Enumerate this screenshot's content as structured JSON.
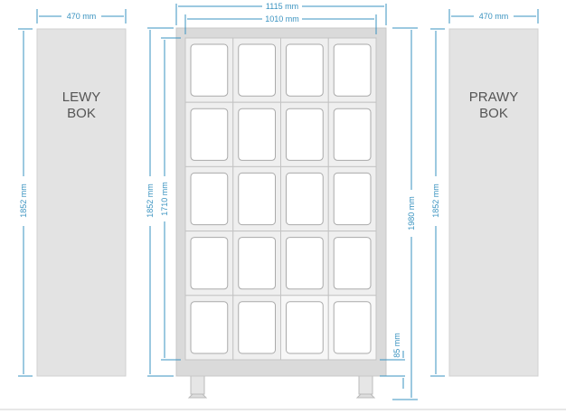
{
  "left_panel": {
    "line1": "LEWY",
    "line2": "BOK",
    "width": "470 mm",
    "height": "1852 mm"
  },
  "right_panel": {
    "line1": "PRAWY",
    "line2": "BOK",
    "width": "470 mm",
    "height": "1852 mm"
  },
  "cabinet": {
    "outer_width": "1115 mm",
    "inner_width": "1010 mm",
    "outer_height": "1852 mm",
    "inner_height": "1710 mm",
    "total_height": "1980 mm",
    "leg_height": "85 mm",
    "columns": 4,
    "rows": 5
  },
  "colors": {
    "dimension": "#3a93c0",
    "panel": "#e3e3e3",
    "cell": "#efefef"
  }
}
